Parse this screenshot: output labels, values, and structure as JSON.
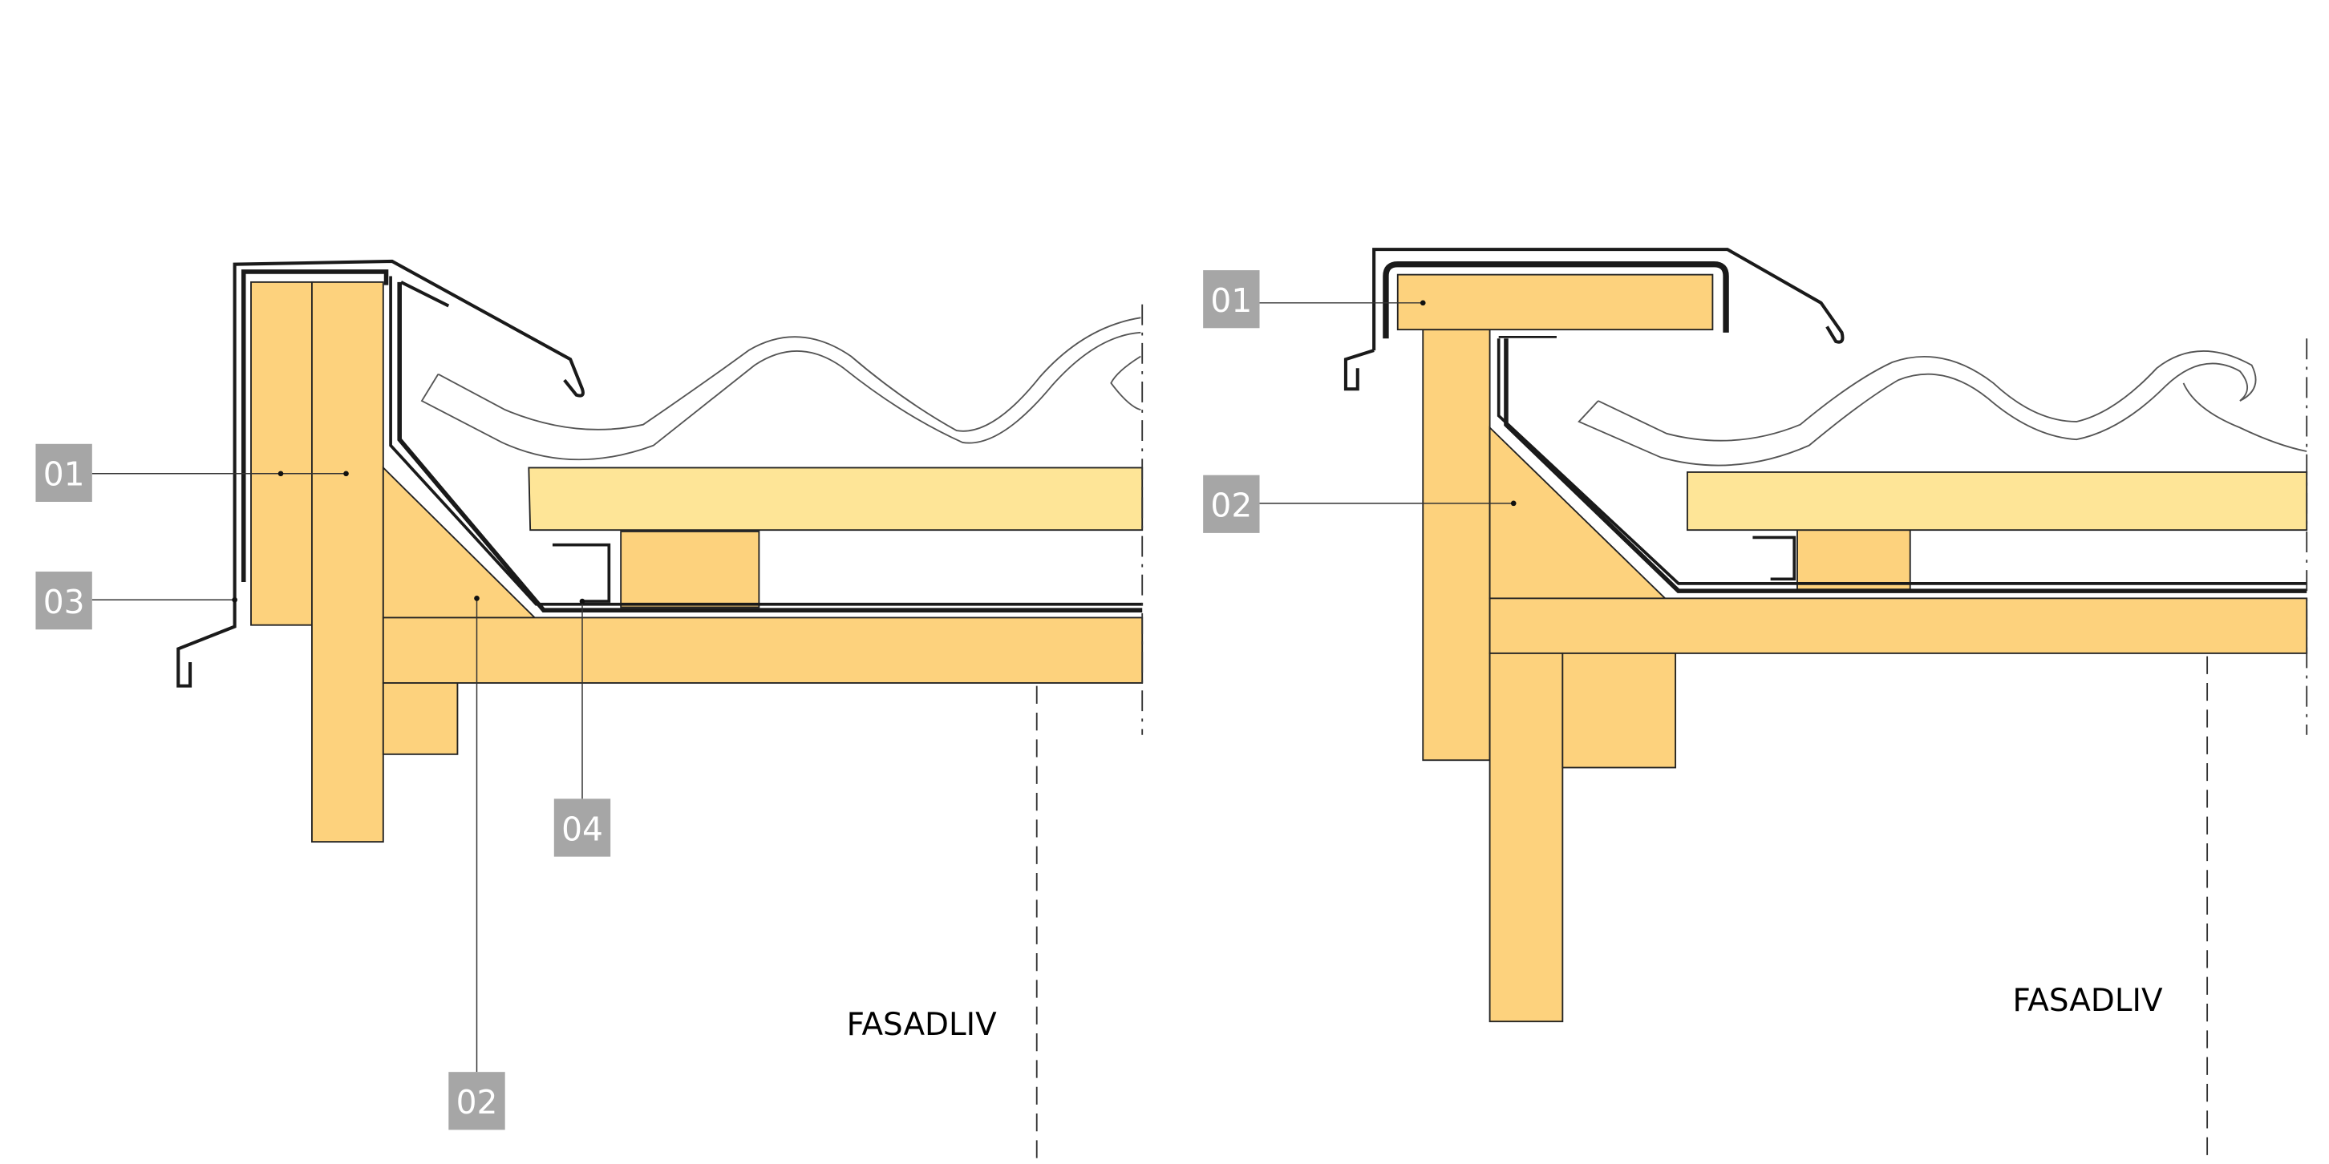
{
  "left_detail": {
    "callouts": {
      "c01": "01",
      "c02": "02",
      "c03": "03",
      "c04": "04"
    },
    "facade_label": "FASADLIV"
  },
  "right_detail": {
    "callouts": {
      "c01": "01",
      "c02": "02"
    },
    "facade_label": "FASADLIV"
  },
  "colors": {
    "timber": "#fdd27d",
    "batten_light": "#fee597",
    "tag_bg": "#a6a6a6",
    "flashing": "#1a1a1a"
  },
  "icons": {
    "roof_tile": "roof-tile-icon"
  }
}
